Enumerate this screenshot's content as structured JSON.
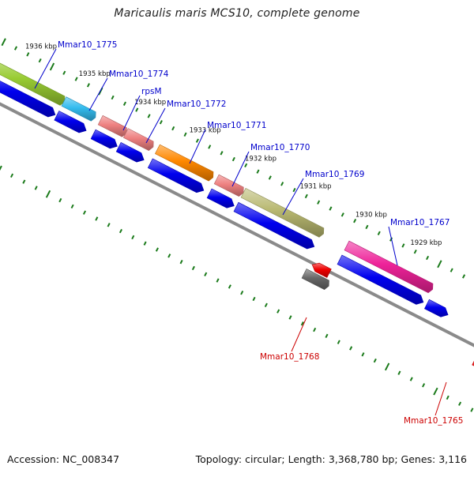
{
  "title": "Maricaulis maris MCS10, complete genome",
  "footer": {
    "accession": "Accession: NC_008347",
    "info": "Topology: circular; Length: 3,368,780 bp; Genes: 3,116"
  },
  "colors": {
    "backbone": "#8a8a8a",
    "tick": "#1a7a1a",
    "forward_label": "#0000cc",
    "reverse_label": "#cc0000",
    "cds": "#0000ee",
    "reverse_cds": "#ee0000"
  },
  "kbp_markers": [
    "1936 kbp",
    "1935 kbp",
    "1934 kbp",
    "1933 kbp",
    "1932 kbp",
    "1931 kbp",
    "1930 kbp",
    "1929 kbp"
  ],
  "forward_genes": [
    {
      "label": "Mmar10_1775",
      "color": "#99cc33"
    },
    {
      "label": "Mmar10_1774",
      "color": "#33bbee"
    },
    {
      "label": "rpsM",
      "color": "#ee8080"
    },
    {
      "label": "Mmar10_1772",
      "color": "#ee8080"
    },
    {
      "label": "Mmar10_1771",
      "color": "#ff8800"
    },
    {
      "label": "Mmar10_1770",
      "color": "#ee8080"
    },
    {
      "label": "Mmar10_1769",
      "color": "#b8b870"
    },
    {
      "label": "Mmar10_1767",
      "color": "#ee2299"
    }
  ],
  "reverse_genes": [
    {
      "label": "Mmar10_1768",
      "color": "#666666"
    },
    {
      "label": "Mmar10_1765",
      "color": "#ee0000"
    }
  ]
}
